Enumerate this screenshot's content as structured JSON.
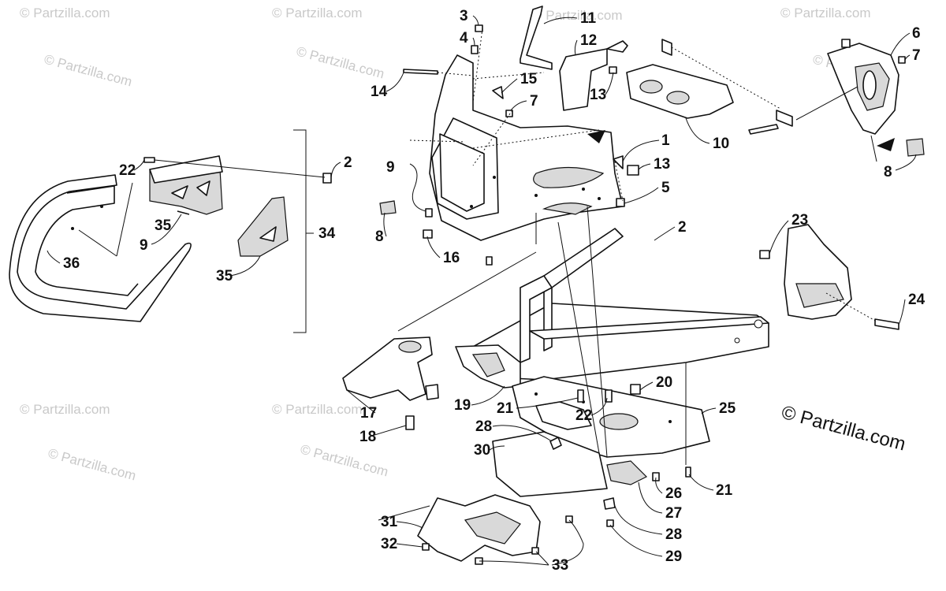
{
  "watermark_text": "© Partzilla.com",
  "copyright_text": "© Partzilla.com",
  "callouts": [
    "1",
    "2",
    "2",
    "3",
    "4",
    "5",
    "6",
    "7",
    "7",
    "8",
    "8",
    "9",
    "9",
    "10",
    "11",
    "12",
    "13",
    "13",
    "14",
    "15",
    "16",
    "17",
    "18",
    "19",
    "20",
    "21",
    "21",
    "22",
    "22",
    "23",
    "24",
    "25",
    "26",
    "27",
    "28",
    "28",
    "29",
    "30",
    "31",
    "32",
    "33",
    "34",
    "35",
    "35",
    "36"
  ]
}
